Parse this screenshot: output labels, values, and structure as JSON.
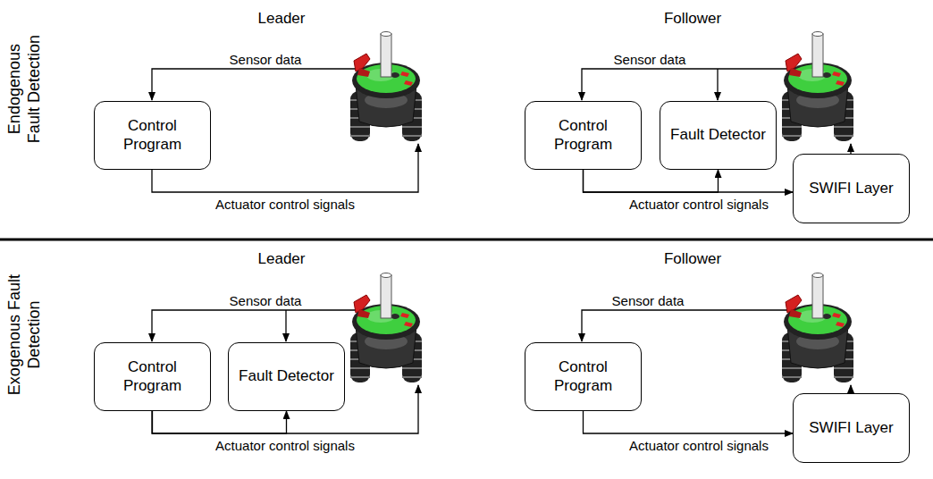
{
  "diagram": {
    "nodes": [
      {
        "text": [
          "Control Program"
        ]
      },
      {
        "text": [
          "Control Program"
        ]
      },
      {
        "text": [
          "Fault Detector"
        ]
      },
      {
        "text": [
          "SWIFI Layer"
        ]
      },
      {
        "text": [
          "Control Program"
        ]
      },
      {
        "text": [
          "Fault Detector"
        ]
      },
      {
        "text": [
          "Control Program"
        ]
      },
      {
        "text": [
          "SWIFI Layer"
        ]
      }
    ],
    "edges": [
      {
        "from": 1,
        "to": 3,
        "arrow": "to"
      },
      {
        "from": 1,
        "to": 2,
        "arrow": "to"
      },
      {
        "from": 4,
        "to": 5,
        "arrow": "to"
      },
      {
        "from": 6,
        "to": 7,
        "arrow": "to"
      }
    ],
    "labels": [
      "Endogenous Fault Detection",
      "Leader",
      "Follower",
      "Sensor data",
      "Actuator control signals",
      "Sensor data",
      "Actuator control signals",
      "Exogenous Fault Detection",
      "Leader",
      "Follower",
      "Sensor data",
      "Actuator control signals",
      "Sensor data",
      "Actuator control signals"
    ]
  }
}
